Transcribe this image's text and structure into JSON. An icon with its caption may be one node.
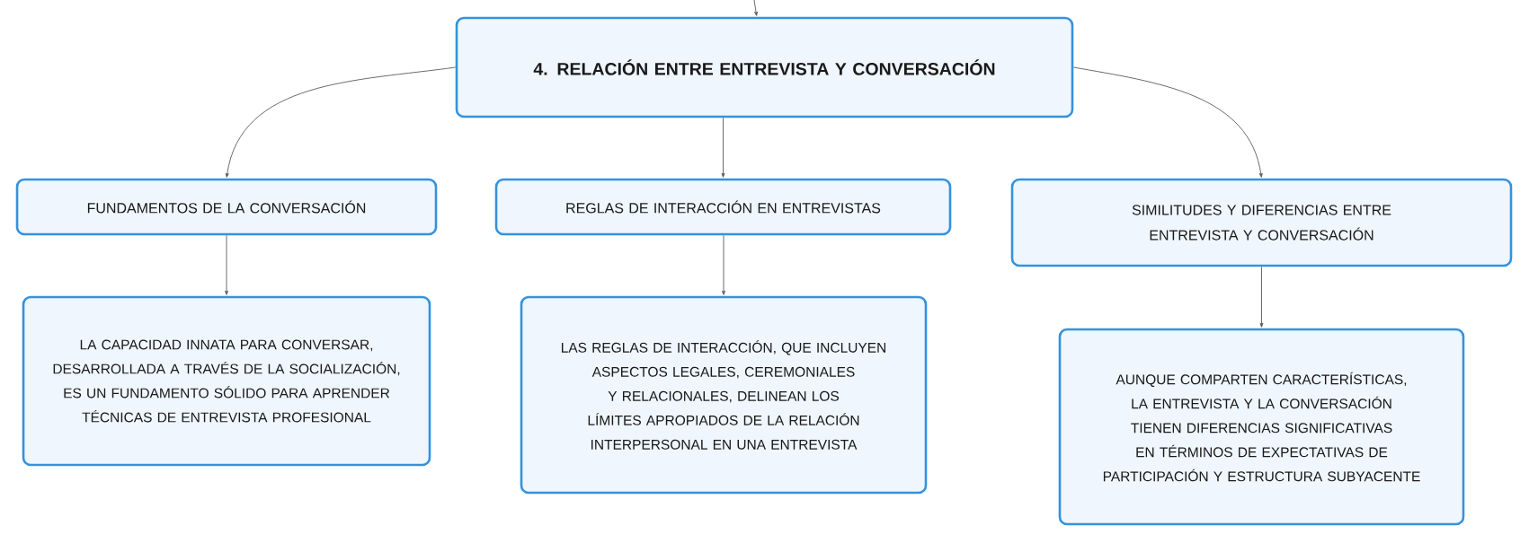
{
  "diagram": {
    "nodes": [
      {
        "text": [
          "4. RELACIÓN ENTRE ENTREVISTA Y CONVERSACIÓN"
        ]
      },
      {
        "text": [
          "FUNDAMENTOS DE LA CONVERSACIÓN"
        ]
      },
      {
        "text": [
          "REGLAS DE INTERACCIÓN EN ENTREVISTAS"
        ]
      },
      {
        "text": [
          "SIMILITUDES Y DIFERENCIAS ENTRE ENTREVISTA Y CONVERSACIÓN"
        ]
      },
      {
        "text": [
          "LA CAPACIDAD INNATA PARA CONVERSAR, DESARROLLADA A TRAVÉS DE LA SOCIALIZACIÓN, ES UN FUNDAMENTO SÓLIDO PARA APRENDER TÉCNICAS DE ENTREVISTA PROFESIONAL"
        ]
      },
      {
        "text": [
          "LAS REGLAS DE INTERACCIÓN, QUE INCLUYEN ASPECTOS LEGALES, CEREMONIALES Y RELACIONALES, DELINEAN LOS LÍMITES APROPIADOS DE LA RELACIÓN INTERPERSONAL EN UNA ENTREVISTA"
        ]
      },
      {
        "text": [
          "AUNQUE COMPARTEN CARACTERÍSTICAS, LA ENTREVISTA Y LA CONVERSACIÓN TIENEN DIFERENCIAS SIGNIFICATIVAS EN TÉRMINOS DE EXPECTATIVAS DE PARTICIPACIÓN Y ESTRUCTURA SUBYACENTE"
        ]
      }
    ],
    "edges": [
      {
        "from": null,
        "to": 0,
        "arrow": "to"
      },
      {
        "from": 0,
        "to": 1,
        "arrow": "to"
      },
      {
        "from": 0,
        "to": 2,
        "arrow": "to"
      },
      {
        "from": 0,
        "to": 3,
        "arrow": "to"
      },
      {
        "from": 1,
        "to": 4,
        "arrow": "to"
      },
      {
        "from": 2,
        "to": 5,
        "arrow": "to"
      },
      {
        "from": 3,
        "to": 6,
        "arrow": "to"
      }
    ]
  }
}
